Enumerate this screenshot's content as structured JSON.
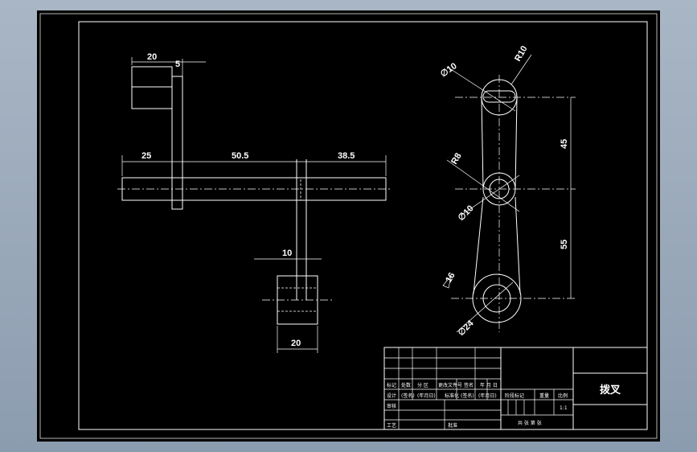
{
  "drawing": {
    "part_name": "拨叉",
    "dimensions": {
      "top_width": "20",
      "top_thick": "5",
      "left_len": "25",
      "mid_len": "50.5",
      "right_len": "38.5",
      "slot_width": "10",
      "lower_width": "20",
      "dia_top": "∅10",
      "rad_top": "R10",
      "rad_mid": "R8",
      "dia_mid": "∅10",
      "dim_45": "45",
      "dim_55": "55",
      "dia_bottom": "∅24",
      "surface_mark": "16"
    },
    "title_block": {
      "row_labels": [
        "标记",
        "处数",
        "分 区",
        "更改文件号",
        "签名",
        "年 月 日"
      ],
      "row2": [
        "设计",
        "(签名)",
        "(年月日)",
        "标准化",
        "(签名)",
        "(年月日)"
      ],
      "left_col": [
        "审核",
        "工艺"
      ],
      "approve": "批准",
      "stage_label": "阶段标记",
      "weight_label": "重量",
      "scale_label": "比例",
      "scale_value": "1:1",
      "sheets": "共 张 第 张"
    }
  }
}
